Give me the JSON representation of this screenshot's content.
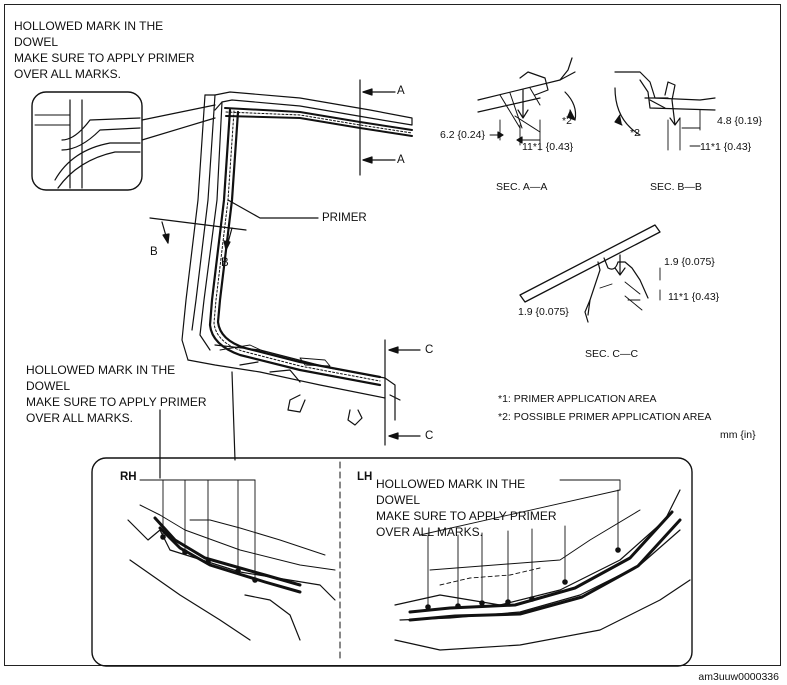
{
  "notes": {
    "top_left": [
      "HOLLOWED MARK IN THE",
      "DOWEL",
      "MAKE SURE TO APPLY PRIMER",
      "OVER ALL MARKS."
    ],
    "mid_left": [
      "HOLLOWED MARK IN THE",
      "DOWEL",
      "MAKE SURE TO APPLY PRIMER",
      "OVER ALL MARKS."
    ],
    "lh_box": [
      "HOLLOWED MARK IN THE",
      "DOWEL",
      "MAKE SURE TO APPLY PRIMER",
      "OVER ALL MARKS."
    ]
  },
  "labels": {
    "primer": "PRIMER",
    "a": "A",
    "b": "B",
    "c": "C",
    "rh": "RH",
    "lh": "LH"
  },
  "sections": {
    "aa": {
      "title": "SEC. A—A",
      "dim1": "6.2 {0.24}",
      "dim2": "11*1 {0.43}",
      "mark": "*2"
    },
    "bb": {
      "title": "SEC. B—B",
      "dim1": "4.8 {0.19}",
      "dim2": "11*1 {0.43}",
      "mark": "*2"
    },
    "cc": {
      "title": "SEC. C—C",
      "dim1": "1.9 {0.075}",
      "dim2": "1.9 {0.075}",
      "dim3": "11*1 {0.43}"
    }
  },
  "legend": {
    "item1": "*1: PRIMER APPLICATION AREA",
    "item2": "*2: POSSIBLE PRIMER APPLICATION AREA",
    "units": "mm {in}"
  },
  "figure_code": "am3uuw0000336",
  "colors": {
    "ink": "#111111",
    "paper": "#ffffff"
  }
}
